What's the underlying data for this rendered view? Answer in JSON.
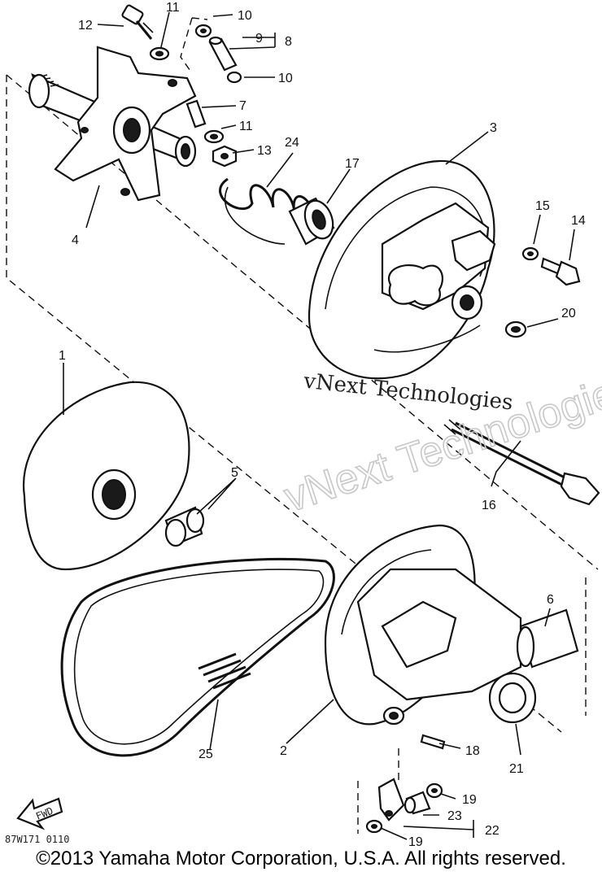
{
  "callouts": [
    "1",
    "2",
    "3",
    "4",
    "5",
    "6",
    "7",
    "8",
    "9",
    "10",
    "10",
    "11",
    "11",
    "12",
    "13",
    "14",
    "15",
    "16",
    "17",
    "18",
    "19",
    "19",
    "20",
    "21",
    "22",
    "23",
    "24",
    "25"
  ],
  "watermark": {
    "outline": "vNext Technologies",
    "text": "vNext Technologies"
  },
  "drawing_code": "87W171 0110",
  "fwd_label": "FWD",
  "copyright": "©2013 Yamaha Motor Corporation, U.S.A. All rights reserved."
}
